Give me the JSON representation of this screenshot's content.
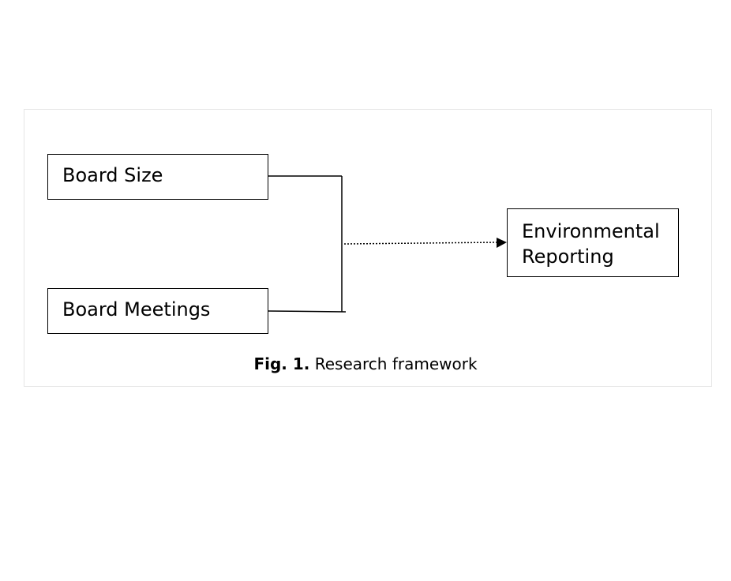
{
  "diagram": {
    "nodes": {
      "board_size": "Board Size",
      "board_meetings": "Board Meetings",
      "environmental_reporting_line1": "Environmental",
      "environmental_reporting_line2": "Reporting"
    },
    "edges": [
      {
        "from": "board_size",
        "to": "junction",
        "style": "solid"
      },
      {
        "from": "board_meetings",
        "to": "junction",
        "style": "solid"
      },
      {
        "from": "junction",
        "to": "environmental_reporting",
        "style": "dotted",
        "arrow": "end"
      }
    ],
    "colors": {
      "stroke": "#000000",
      "background": "#ffffff"
    }
  },
  "caption": {
    "label": "Fig. 1.",
    "text": " Research framework"
  }
}
